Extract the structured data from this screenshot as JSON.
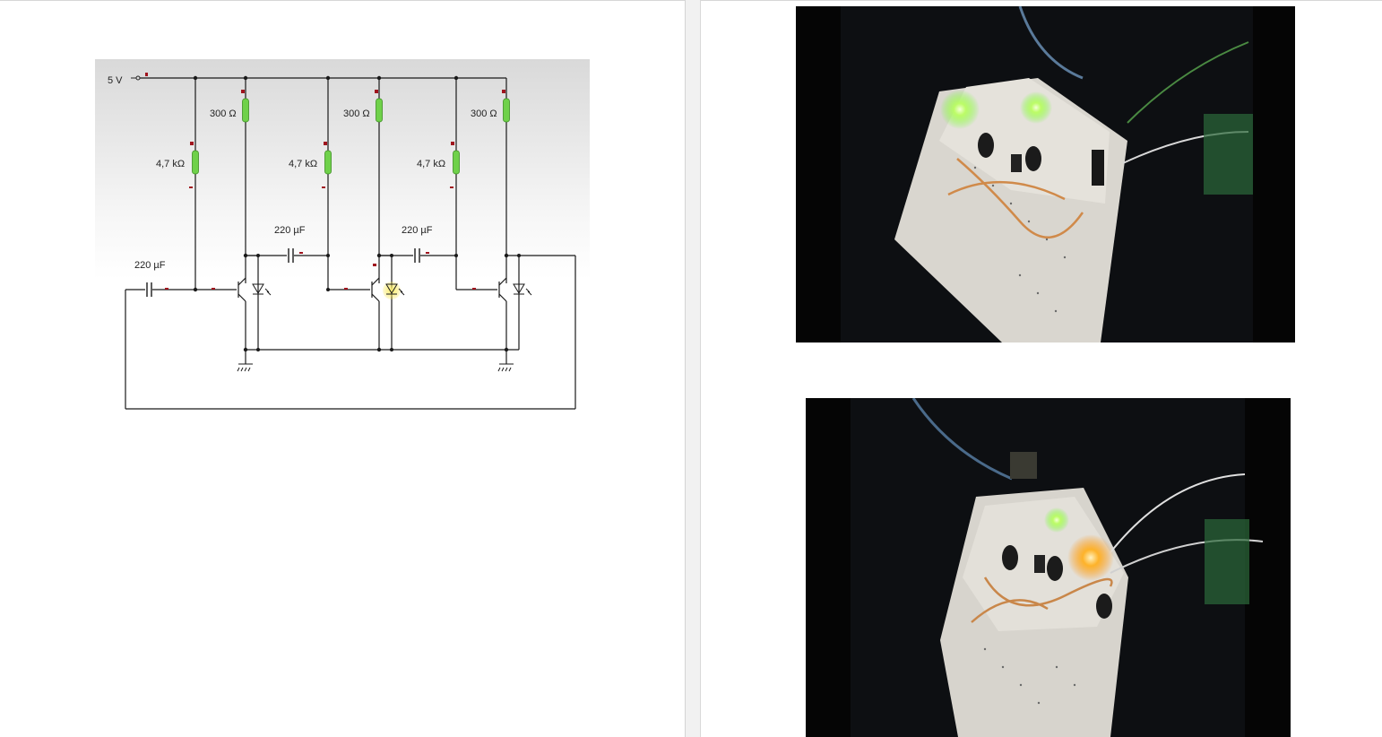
{
  "schematic": {
    "supply_label": "5 V",
    "resistor_collector_labels": [
      "300 Ω",
      "300 Ω",
      "300 Ω"
    ],
    "resistor_base_labels": [
      "4,7 kΩ",
      "4,7 kΩ",
      "4,7 kΩ"
    ],
    "capacitor_labels": [
      "220 µF",
      "220 µF",
      "220 µF"
    ],
    "colors": {
      "wire": "#1a1a1a",
      "resistor": "#6fd14a",
      "marker": "#a0141e",
      "led_active": "#f5e23a"
    }
  },
  "photos": [
    {
      "icon": "breadboard-photo-green-leds",
      "led_colors": [
        "#c8ff7a",
        "#d8ff6a"
      ]
    },
    {
      "icon": "breadboard-photo-green-orange-leds",
      "led_colors": [
        "#c8ff7a",
        "#ffb020"
      ]
    }
  ]
}
